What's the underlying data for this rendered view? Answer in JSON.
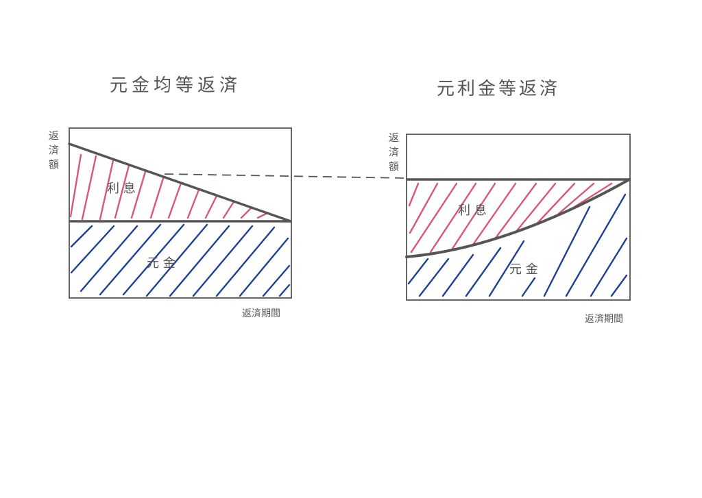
{
  "colors": {
    "ink": "#555555",
    "frame": "#666666",
    "interest_hatch": "#d9557a",
    "principal_hatch": "#1f3f96"
  },
  "left_diagram": {
    "title": "元金均等返済",
    "y_label": [
      "返",
      "済",
      "額"
    ],
    "x_label": "返済期間",
    "interest_label": "利 息",
    "principal_label": "元 金"
  },
  "right_diagram": {
    "title": "元利金等返済",
    "y_label": [
      "返",
      "済",
      "額"
    ],
    "x_label": "返済期間",
    "interest_label": "利 息",
    "principal_label": "元 金"
  }
}
